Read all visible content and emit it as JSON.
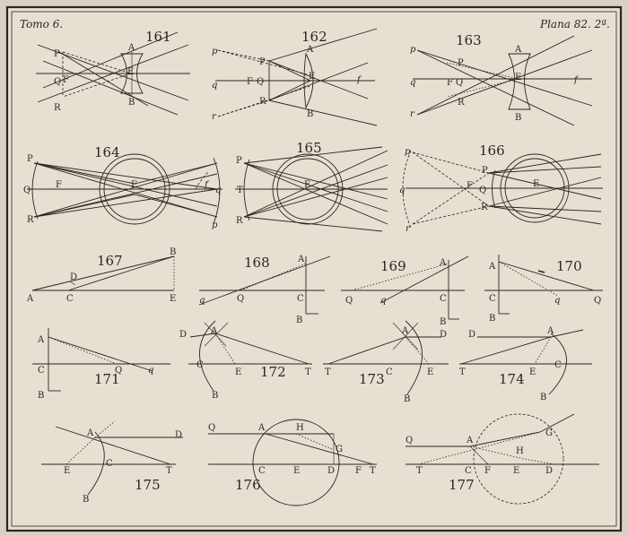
{
  "header": {
    "volume": "Tomo 6.",
    "plate": "Plana 82. 2ª."
  },
  "figures": [
    {
      "number": "161",
      "labels": [
        "A",
        "B",
        "E",
        "P",
        "Q",
        "F",
        "R"
      ]
    },
    {
      "number": "162",
      "labels": [
        "A",
        "B",
        "E",
        "P",
        "Q",
        "F",
        "R",
        "p",
        "q",
        "r",
        "f"
      ]
    },
    {
      "number": "163",
      "labels": [
        "A",
        "B",
        "E",
        "P",
        "Q",
        "F",
        "R",
        "p",
        "q",
        "r",
        "f"
      ]
    },
    {
      "number": "164",
      "labels": [
        "P",
        "Q",
        "R",
        "F",
        "E",
        "f",
        "q",
        "p"
      ]
    },
    {
      "number": "165",
      "labels": [
        "P",
        "T",
        "R",
        "E"
      ]
    },
    {
      "number": "166",
      "labels": [
        "p",
        "q",
        "r",
        "P",
        "Q",
        "R",
        "F",
        "E"
      ]
    },
    {
      "number": "167",
      "labels": [
        "A",
        "B",
        "C",
        "D",
        "E"
      ]
    },
    {
      "number": "168",
      "labels": [
        "A",
        "B",
        "C",
        "Q",
        "q"
      ]
    },
    {
      "number": "169",
      "labels": [
        "A",
        "B",
        "C",
        "Q",
        "q"
      ]
    },
    {
      "number": "170",
      "labels": [
        "A",
        "B",
        "C",
        "Q",
        "q"
      ]
    },
    {
      "number": "171",
      "labels": [
        "A",
        "B",
        "C",
        "Q",
        "q"
      ]
    },
    {
      "number": "172",
      "labels": [
        "D",
        "A",
        "C",
        "E",
        "T",
        "B"
      ]
    },
    {
      "number": "173",
      "labels": [
        "A",
        "D",
        "T",
        "C",
        "E",
        "B"
      ]
    },
    {
      "number": "174",
      "labels": [
        "D",
        "A",
        "T",
        "E",
        "C",
        "B"
      ]
    },
    {
      "number": "175",
      "labels": [
        "A",
        "D",
        "E",
        "C",
        "T",
        "B"
      ]
    },
    {
      "number": "176",
      "labels": [
        "Q",
        "A",
        "H",
        "G",
        "C",
        "E",
        "D",
        "F",
        "T"
      ]
    },
    {
      "number": "177",
      "labels": [
        "Q",
        "A",
        "G",
        "H",
        "T",
        "C",
        "F",
        "E",
        "D"
      ]
    }
  ]
}
